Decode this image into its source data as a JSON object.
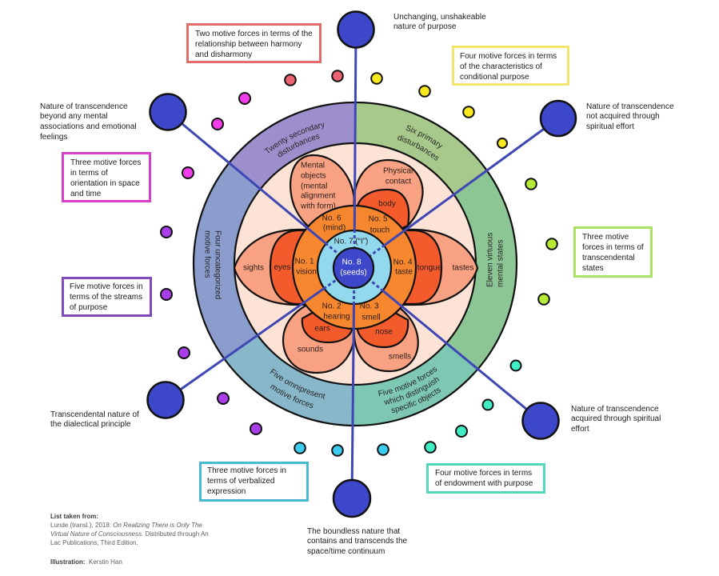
{
  "core": {
    "seeds": {
      "line1": "No. 8",
      "line2": "(seeds)"
    },
    "self": {
      "label": "No. 7 (“I”)"
    },
    "consciousnesses": [
      {
        "number": "No. 1",
        "faculty": "vision",
        "organ": "eyes",
        "object_lines": [
          "sights"
        ]
      },
      {
        "number": "No. 2",
        "faculty": "hearing",
        "organ": "ears",
        "object_lines": [
          "sounds"
        ]
      },
      {
        "number": "No. 3",
        "faculty": "smell",
        "organ": "nose",
        "object_lines": [
          "smells"
        ]
      },
      {
        "number": "No. 4",
        "faculty": "taste",
        "organ": "tongue",
        "object_lines": [
          "tastes"
        ]
      },
      {
        "number": "No. 5",
        "faculty": "touch",
        "organ": "body",
        "object_lines": [
          "Physical",
          "contact"
        ]
      },
      {
        "number": "No. 6",
        "faculty": "(mind)",
        "organ": null,
        "object_lines": [
          "Mental",
          "objects",
          "(mental",
          "alignment",
          "with form)"
        ]
      }
    ]
  },
  "mental_factor_ring": [
    {
      "lines": [
        "Six primary",
        "disturbances"
      ],
      "color": "#A8C98C"
    },
    {
      "lines": [
        "Eleven virtuous",
        "mental states"
      ],
      "color": "#8DC695"
    },
    {
      "lines": [
        "Five motive forces",
        "which distinguish",
        "specific objects"
      ],
      "color": "#7EC8B3"
    },
    {
      "lines": [
        "Five omnipresent",
        "motive forces"
      ],
      "color": "#89B7CA"
    },
    {
      "lines": [
        "Four uncategorized",
        "motive forces"
      ],
      "color": "#8B9DCC"
    },
    {
      "lines": [
        "Twenty secondary",
        "disturbances"
      ],
      "color": "#9D8FCC"
    }
  ],
  "motive_force_groups": [
    {
      "lines": [
        "Two motive forces in terms of the",
        "relationship between harmony",
        "and disharmony"
      ],
      "count": 2,
      "border_color": "#E26B6B",
      "dot_color": "#EC6271"
    },
    {
      "lines": [
        "Four motive forces in terms",
        "of the characteristics of",
        "conditional purpose"
      ],
      "count": 4,
      "border_color": "#F1E56E",
      "dot_color": "#F8EA1E"
    },
    {
      "lines": [
        "Three motive",
        "forces in terms of",
        "transcendental",
        "states"
      ],
      "count": 3,
      "border_color": "#AAE264",
      "dot_color": "#B6EA36"
    },
    {
      "lines": [
        "Four motive forces in terms",
        "of endowment with purpose"
      ],
      "count": 4,
      "border_color": "#52D7BA",
      "dot_color": "#3EEFC6"
    },
    {
      "lines": [
        "Three motive forces in",
        "terms of verbalized",
        "expression"
      ],
      "count": 3,
      "border_color": "#48BAD3",
      "dot_color": "#3CCDF1"
    },
    {
      "lines": [
        "Five motive forces in",
        "terms of the streams",
        "of purpose"
      ],
      "count": 5,
      "border_color": "#8049BC",
      "dot_color": "#A83FEA"
    },
    {
      "lines": [
        "Three motive forces",
        "in terms of",
        "orientation in space",
        "and time"
      ],
      "count": 3,
      "border_color": "#D840CB",
      "dot_color": "#F23DEB"
    }
  ],
  "transcendent_natures": [
    {
      "lines": [
        "Unchanging, unshakeable",
        "nature of purpose"
      ]
    },
    {
      "lines": [
        "Nature of transcendence",
        "not acquired through",
        "spiritual effort"
      ]
    },
    {
      "lines": [
        "Nature of transcendence",
        "acquired through spiritual",
        "effort"
      ]
    },
    {
      "lines": [
        "The boundless nature that",
        "contains and transcends the",
        "space/time continuum"
      ]
    },
    {
      "lines": [
        "Transcendental nature of",
        "the dialectical principle"
      ]
    },
    {
      "lines": [
        "Nature of transcendence",
        "beyond any mental",
        "associations and emotional",
        "feelings"
      ]
    }
  ],
  "palette": {
    "center_disk": "#FCE3D5",
    "outer_petal": "#F8A283",
    "inner_petal": "#F35B2D",
    "consciousness_ring": "#F7872F",
    "self_ring": "#92D9ED",
    "seeds": "#3D47C9",
    "spoke": "#3F47B5",
    "transcendence_node": "#3D47C9"
  },
  "credits": {
    "source_heading": "List taken from:",
    "source_lines": [
      {
        "plain": "Lunde (transl.), 2018: ",
        "italic": "On Realizing There is Only The"
      },
      {
        "italic": "Virtual Nature of Consciousness.",
        "plain": " Distributed through An"
      },
      {
        "plain": "Lac Publications, Third Edition."
      }
    ],
    "illustration_label": "Illustration:",
    "illustrator": "Kerstin Han"
  }
}
